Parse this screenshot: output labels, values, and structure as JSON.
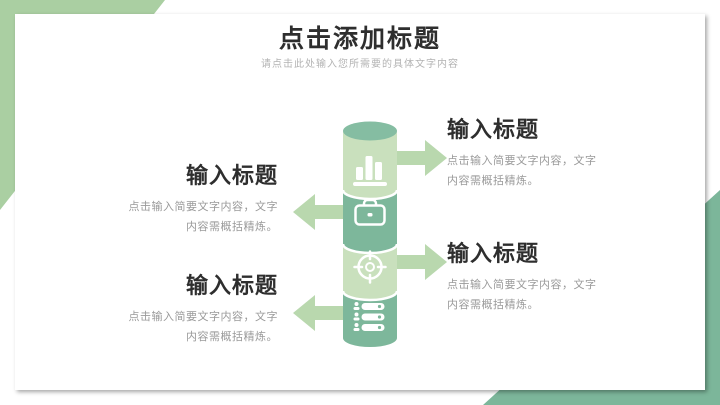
{
  "slide": {
    "title": "点击添加标题",
    "subtitle": "请点击此处输入您所需要的具体文字内容"
  },
  "blocks": [
    {
      "position": "top-right",
      "arrow": "right",
      "icon": "bar-chart-icon",
      "title": "输入标题",
      "body_line1": "点击输入简要文字内容，文字",
      "body_line2": "内容需概括精炼。"
    },
    {
      "position": "middle-left",
      "arrow": "left",
      "icon": "briefcase-icon",
      "title": "输入标题",
      "body_line1": "点击输入简要文字内容，文字",
      "body_line2": "内容需概括精炼。"
    },
    {
      "position": "bottom-right",
      "arrow": "right",
      "icon": "target-icon",
      "title": "输入标题",
      "body_line1": "点击输入简要文字内容，文字",
      "body_line2": "内容需概括精炼。"
    },
    {
      "position": "bottom-left",
      "arrow": "left",
      "icon": "user-list-icon",
      "title": "输入标题",
      "body_line1": "点击输入简要文字内容，文字",
      "body_line2": "内容需概括精炼。"
    }
  ],
  "colors": {
    "corner_light_green": "#aacfa2",
    "corner_dark_green": "#7cb69a",
    "cylinder_light": "#c9e0bd",
    "cylinder_dark": "#7db79b",
    "cylinder_top_face": "#85bda2",
    "arrow_green": "#b9d8ae",
    "icon_white": "#ffffff",
    "title_text": "#2e2e2e",
    "body_text": "#9a9a9a",
    "subtitle_text": "#b3b3b3",
    "card_background": "#ffffff"
  }
}
